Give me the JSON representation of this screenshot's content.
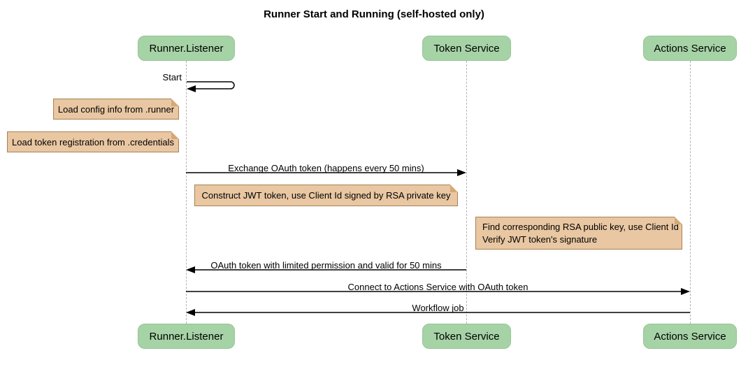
{
  "title": "Runner Start and Running (self-hosted only)",
  "participants": [
    {
      "id": "runner-listener",
      "label": "Runner.Listener"
    },
    {
      "id": "token-service",
      "label": "Token Service"
    },
    {
      "id": "actions-service",
      "label": "Actions Service"
    }
  ],
  "messages": {
    "start": "Start",
    "exchange": "Exchange OAuth token (happens every 50 mins)",
    "oauth_return": "OAuth token with limited permission and valid for 50 mins",
    "connect": "Connect to Actions Service with OAuth token",
    "workflow": "Workflow job"
  },
  "notes": {
    "load_config": "Load config info from .runner",
    "load_token_registration": "Load token registration from .credentials",
    "construct_jwt": "Construct JWT token, use Client Id signed by RSA private key",
    "find_rsa_line1": "Find corresponding RSA public key, use Client Id",
    "find_rsa_line2": "Verify JWT token's signature"
  },
  "colors": {
    "participant_fill": "#a6d3a6",
    "participant_border": "#93c493",
    "note_fill": "#e9c7a2",
    "note_border": "#a98153",
    "note_fold": "#d4a977",
    "lifeline": "#b3b3b3",
    "arrow": "#000000"
  }
}
